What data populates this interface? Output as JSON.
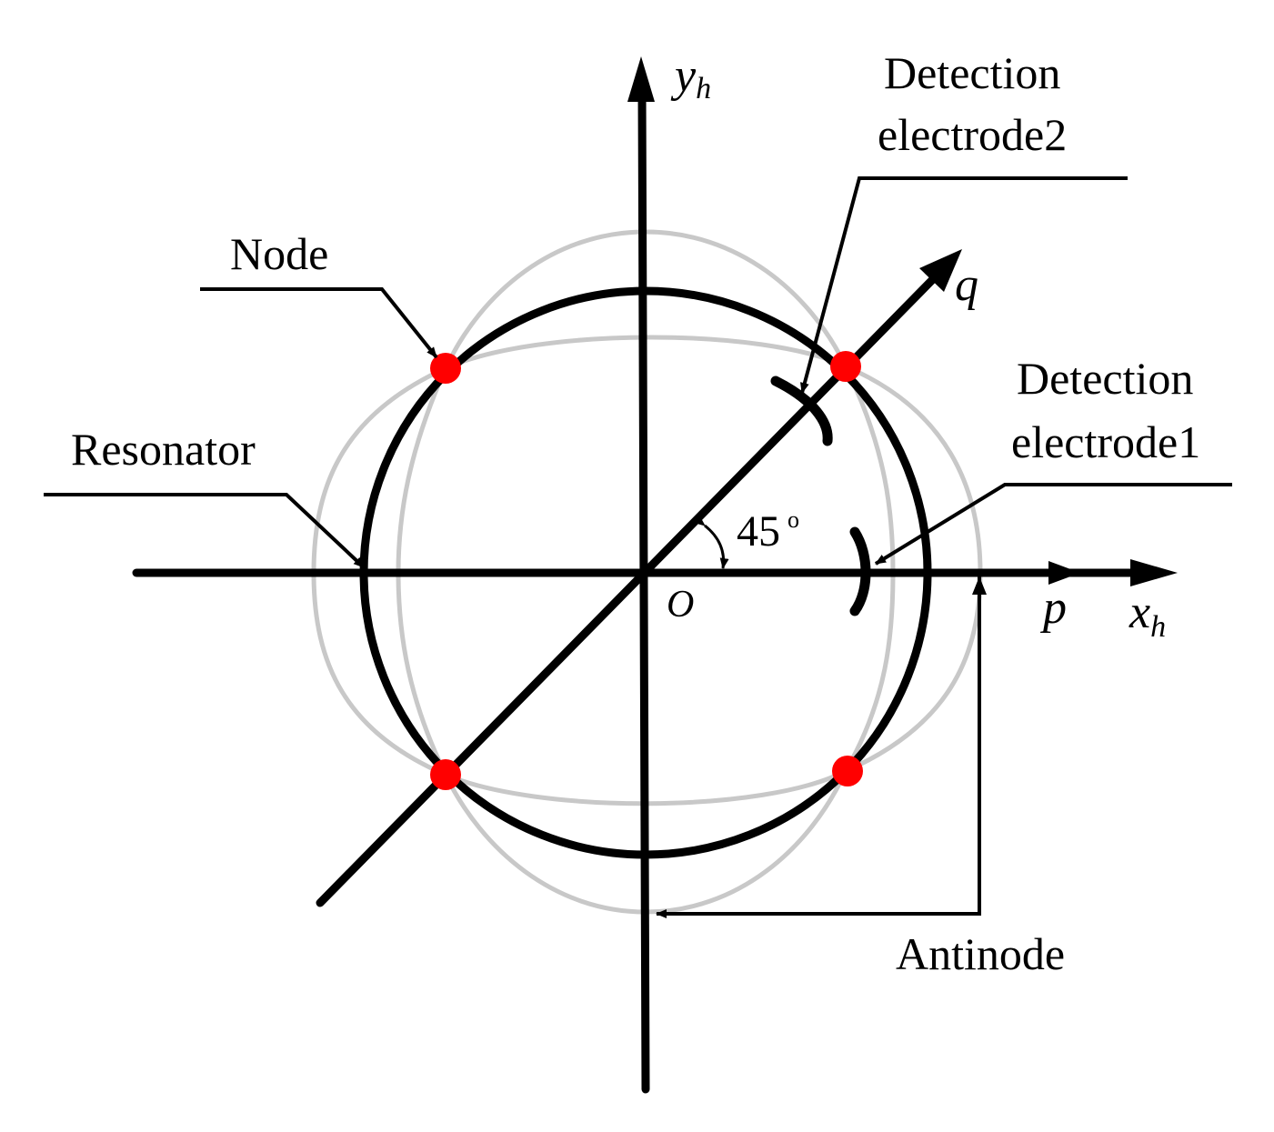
{
  "labels": {
    "node": "Node",
    "resonator": "Resonator",
    "detection2_line1": "Detection",
    "detection2_line2": "electrode2",
    "detection1_line1": "Detection",
    "detection1_line2": "electrode1",
    "antinode": "Antinode",
    "angle_value": "45",
    "angle_unit": "o",
    "axis_q": "q",
    "axis_p": "p",
    "axis_x": "x",
    "axis_x_sub": "h",
    "axis_y": "y",
    "axis_y_sub": "h",
    "origin": "O"
  },
  "colors": {
    "ink": "#000000",
    "mode_shape": "#c8c8c8",
    "node_marker": "#ff0000"
  }
}
